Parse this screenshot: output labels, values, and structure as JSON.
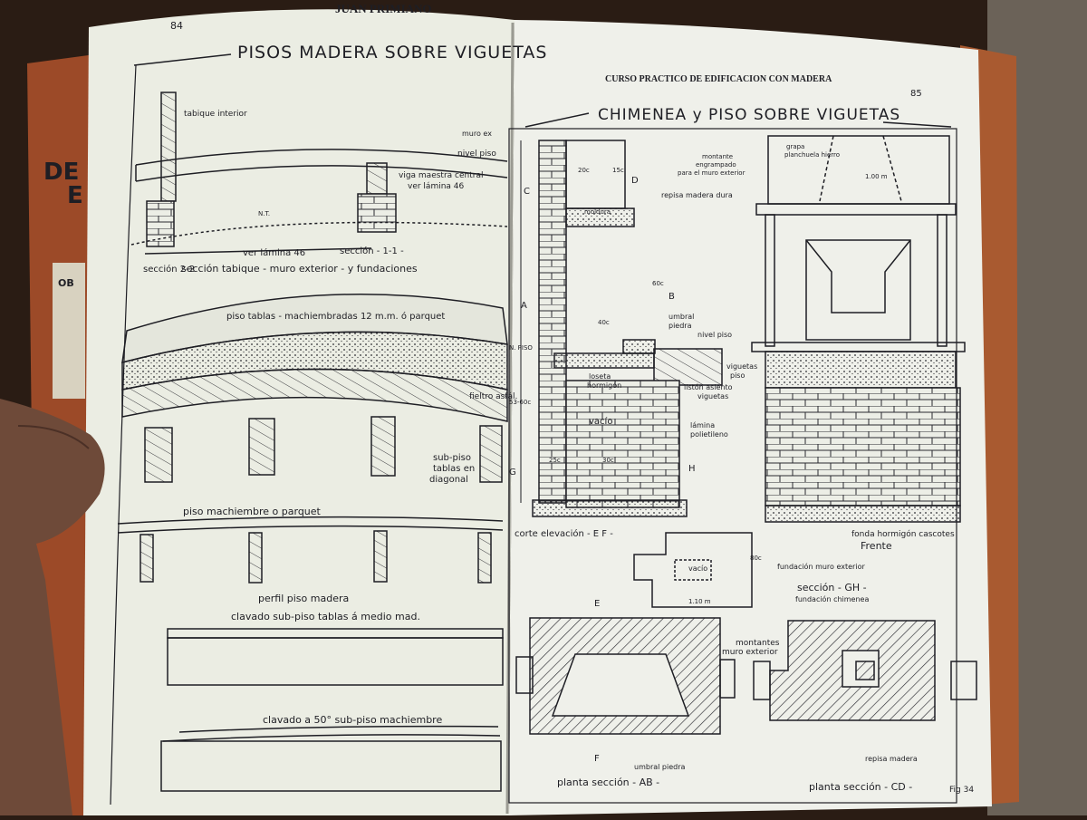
{
  "left_page": {
    "header": "JUAN PRIMIANO",
    "page_number": "84",
    "title": "PISOS MADERA SOBRE VIGUETAS",
    "labels": {
      "tabique": "tabique interior",
      "muro_ex": "muro ex",
      "nivel_piso": "nivel piso",
      "viga_1": "viga maestra central",
      "viga_2": "ver lámina 46",
      "nt": "N.T.",
      "seccion22": "sección 2-2",
      "verlamina": "ver lámina 46",
      "seccion11": "sección - 1-1 -",
      "seccion_tabique": "sección tabique - muro exterior - y fundaciones",
      "piso_tablas": "piso tablas - machiembradas 12 m.m. ó parquet",
      "fieltro": "fieltro asfál.",
      "subpiso_1": "sub-piso",
      "subpiso_2": "tablas en",
      "subpiso_3": "diagonal",
      "piso_machiembre": "piso machiembre o parquet",
      "perfil": "perfil piso madera",
      "clavado1": "clavado sub-piso tablas á medio mad.",
      "clavado2": "clavado a 50° sub-piso machiembre"
    }
  },
  "right_page": {
    "header": "CURSO PRACTICO DE EDIFICACION CON MADERA",
    "page_number": "85",
    "title": "CHIMENEA y PISO SOBRE VIGUETAS",
    "labels": {
      "C": "C",
      "D": "D",
      "A": "A",
      "B": "B",
      "G": "G",
      "H": "H",
      "E": "E",
      "F": "F",
      "d20": "20c",
      "d15": "15c",
      "d60": "60c",
      "d40": "40c",
      "d25": "25c",
      "d30": "30c",
      "montante1": "montante",
      "montante2": "engrampado",
      "montante3": "para el muro exterior",
      "grapa1": "grapa",
      "grapa2": "planchuela hierro",
      "m100": "1.00 m",
      "repisa": "repisa madera dura",
      "moldura": "moldura",
      "umbral1": "umbral",
      "umbral2": "piedra",
      "nivel_piso": "nivel piso",
      "npiso": "N. PISO",
      "loseta1": "loseta",
      "loseta2": "hormigón",
      "viguetas1": "viguetas",
      "viguetas2": "piso",
      "liston1": "listón asiento",
      "liston2": "viguetas",
      "vacio": "vacío",
      "lamina1": "lámina",
      "lamina2": "polietileno",
      "d5360": "53-60c",
      "corte": "corte elevación - E F -",
      "fonda": "fonda hormigón cascotes",
      "frente": "Frente",
      "fundacion_muro": "fundación muro exterior",
      "seccion_gh": "sección - GH -",
      "fundacion_chim": "fundación chimenea",
      "d80": "80c",
      "d110": "1.10 m",
      "montantes1": "montantes",
      "montantes2": "muro exterior",
      "umbral_piedra": "umbral piedra",
      "repisa_madera": "repisa madera",
      "planta_ab": "planta sección - AB -",
      "planta_cd": "planta sección - CD -",
      "fig": "Fig 34"
    }
  },
  "colors": {
    "background": "#2a1c14",
    "page": "#eceee6",
    "ink": "#1e1e24",
    "cover": "#9c4a28"
  }
}
